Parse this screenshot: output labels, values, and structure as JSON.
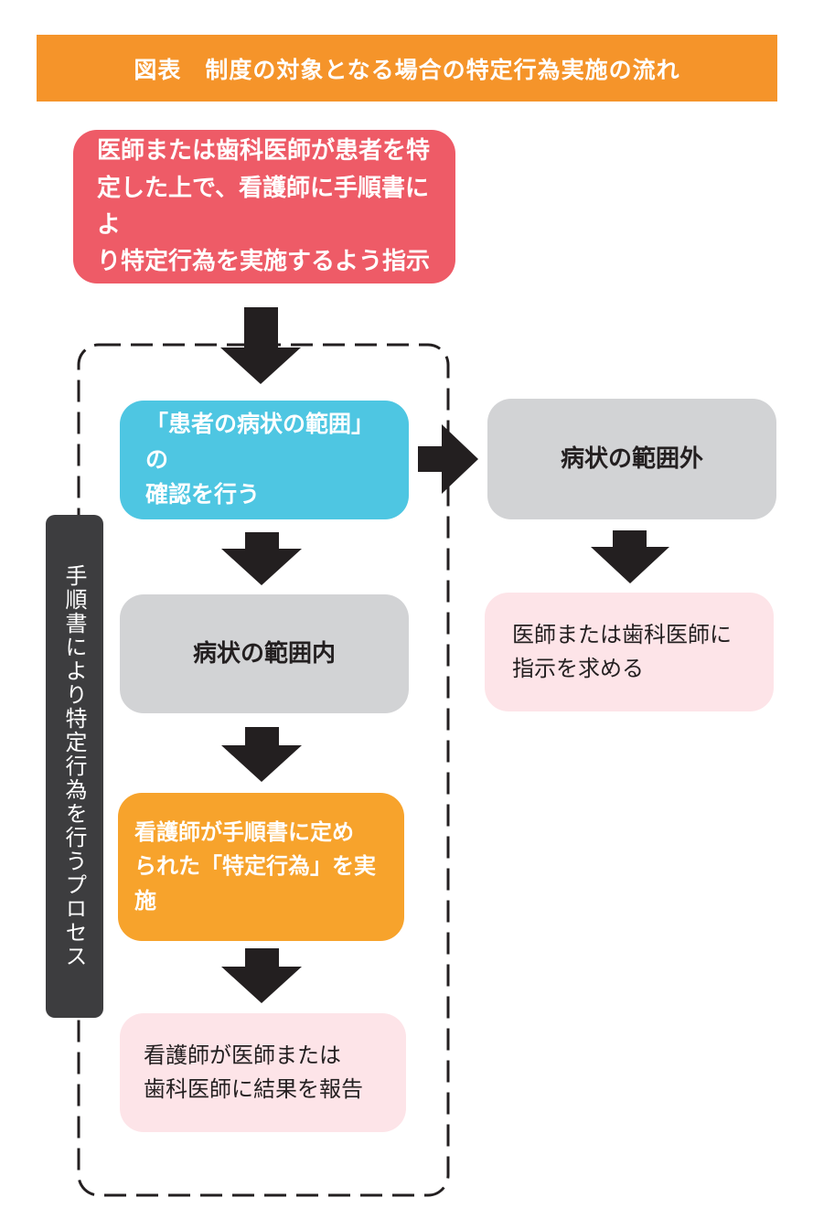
{
  "title": "図表　制度の対象となる場合の特定行為実施の流れ",
  "nodes": {
    "doctor_instruction": "医師または歯科医師が患者を特\n定した上で、看護師に手順書によ\nり特定行為を実施するよう指示",
    "confirm_range": "「患者の病状の範囲」の\n確認を行う",
    "within_range": "病状の範囲内",
    "nurse_performs": "看護師が手順書に定め\nられた「特定行為」を実施",
    "nurse_reports": "看護師が医師または\n歯科医師に結果を報告",
    "outside_range": "病状の範囲外",
    "ask_doctor": "医師または歯科医師に\n指示を求める"
  },
  "process_label": "手順書により特定行為を行うプロセス",
  "colors": {
    "title_bg": "#f5942a",
    "doctor_bg": "#ee5b67",
    "confirm_bg": "#4ec6e2",
    "gray_bg": "#d2d3d5",
    "perform_bg": "#f7a32c",
    "pink_bg": "#fde4e8",
    "side_label_bg": "#3d3d3f",
    "arrow": "#231f20"
  }
}
